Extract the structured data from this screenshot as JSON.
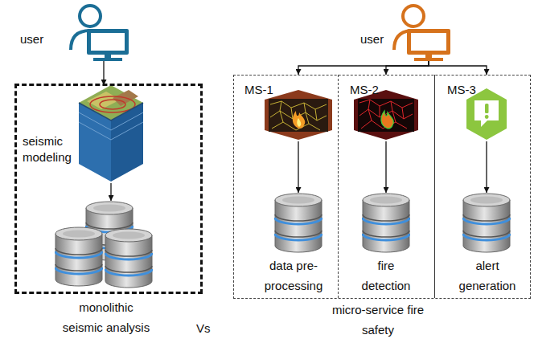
{
  "diagram": {
    "nodes": [
      {
        "text": [
          "user"
        ]
      },
      {
        "text": [
          "monolithic seismic analysis"
        ]
      },
      {
        "text": [
          "seismic modeling"
        ],
        "in": 1
      },
      {
        "text": [
          "user"
        ]
      },
      {
        "text": [
          "micro-service fire safety"
        ]
      },
      {
        "text": [
          "MS-1",
          "data pre-processing"
        ],
        "in": 4
      },
      {
        "text": [
          "MS-2",
          "fire detection"
        ],
        "in": 4
      },
      {
        "text": [
          "MS-3",
          "alert generation"
        ],
        "in": 4
      }
    ],
    "edges": [
      {
        "from": 0,
        "to": 2,
        "arrow": "to"
      },
      {
        "from": 3,
        "to": 5,
        "arrow": "to"
      },
      {
        "from": 3,
        "to": 6,
        "arrow": "to"
      },
      {
        "from": 3,
        "to": 7,
        "arrow": "to"
      }
    ],
    "labels": [
      "Vs"
    ]
  }
}
